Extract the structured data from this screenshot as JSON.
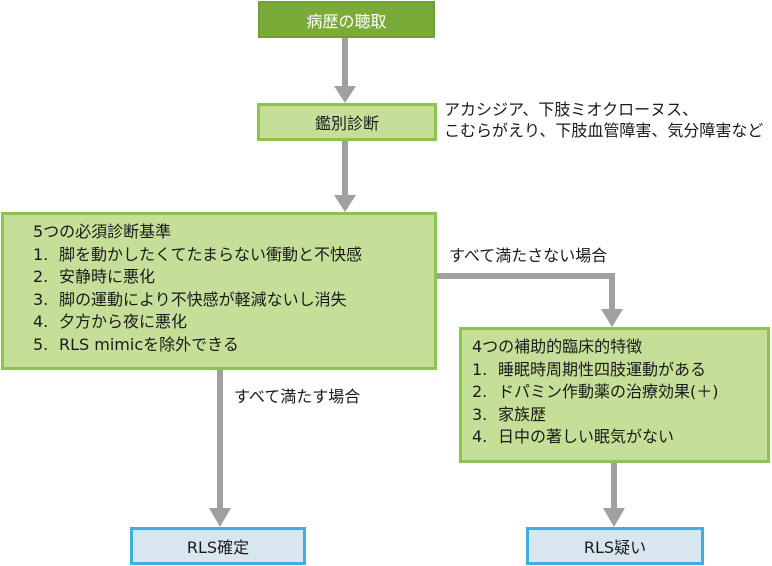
{
  "diagram": {
    "history": {
      "label": "病歴の聴取"
    },
    "differential": {
      "label": "鑑別診断",
      "note_lines": [
        "アカシジア、下肢ミオクローヌス、",
        "こむらがえり、下肢血管障害、気分障害など"
      ]
    },
    "essential_criteria": {
      "title": "5つの必須診断基準",
      "items": [
        {
          "num": "1.",
          "text": "脚を動かしたくてたまらない衝動と不快感"
        },
        {
          "num": "2.",
          "text": "安静時に悪化"
        },
        {
          "num": "3.",
          "text": "脚の運動により不快感が軽減ないし消失"
        },
        {
          "num": "4.",
          "text": "夕方から夜に悪化"
        },
        {
          "num": "5.",
          "text": "RLS mimicを除外できる"
        }
      ]
    },
    "supportive_features": {
      "title": "4つの補助的臨床的特徴",
      "items": [
        {
          "num": "1.",
          "text": "睡眠時周期性四肢運動がある"
        },
        {
          "num": "2.",
          "text": "ドパミン作動薬の治療効果(＋)"
        },
        {
          "num": "3.",
          "text": "家族歴"
        },
        {
          "num": "4.",
          "text": "日中の著しい眠気がない"
        }
      ]
    },
    "edge_labels": {
      "not_all_met": "すべて満たさない場合",
      "all_met": "すべて満たす場合"
    },
    "outcomes": {
      "confirmed": "RLS確定",
      "suspected": "RLS疑い"
    },
    "colors": {
      "dark_green": "#7aab38",
      "light_green": "#c6df98",
      "green_border": "#8dc34f",
      "blue_fill": "#d8e6f0",
      "blue_border": "#3fb0dc",
      "arrow_gray": "#a0a0a0"
    }
  }
}
